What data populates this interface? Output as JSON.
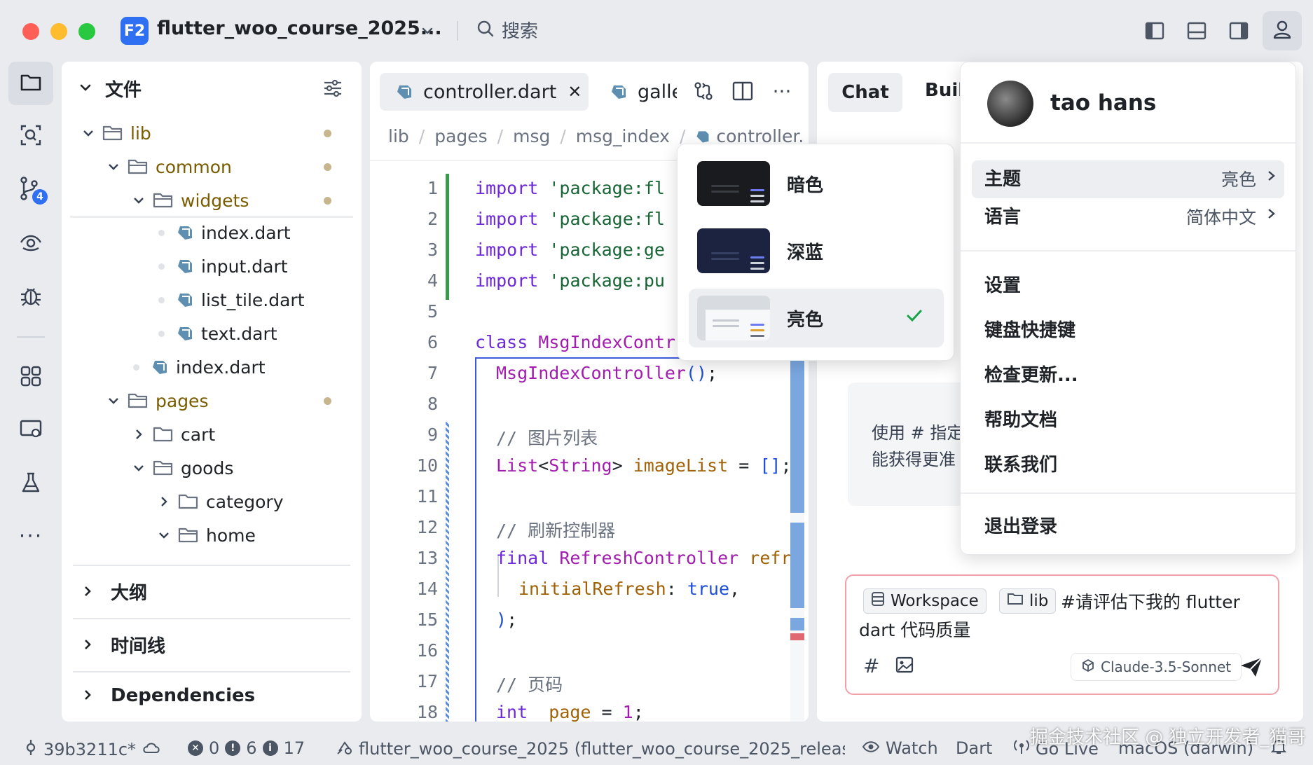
{
  "titlebar": {
    "project_badge": "F2",
    "project_name": "flutter_woo_course_2025...",
    "search_placeholder": "搜索"
  },
  "explorer": {
    "title": "文件",
    "items": [
      {
        "label": "lib",
        "type": "folder"
      },
      {
        "label": "common",
        "type": "folder"
      },
      {
        "label": "widgets",
        "type": "folder"
      },
      {
        "label": "index.dart",
        "type": "file"
      },
      {
        "label": "input.dart",
        "type": "file"
      },
      {
        "label": "list_tile.dart",
        "type": "file"
      },
      {
        "label": "text.dart",
        "type": "file"
      },
      {
        "label": "index.dart",
        "type": "file"
      },
      {
        "label": "pages",
        "type": "folder"
      },
      {
        "label": "cart",
        "type": "folder"
      },
      {
        "label": "goods",
        "type": "folder"
      },
      {
        "label": "category",
        "type": "folder"
      },
      {
        "label": "home",
        "type": "folder"
      }
    ],
    "sections": {
      "outline": "大纲",
      "timeline": "时间线",
      "dependencies": "Dependencies"
    }
  },
  "editor": {
    "tabs": [
      {
        "label": "controller.dart"
      },
      {
        "label": "galle"
      }
    ],
    "breadcrumb": [
      "lib",
      "pages",
      "msg",
      "msg_index",
      "controller."
    ],
    "line_numbers": [
      "1",
      "2",
      "3",
      "4",
      "5",
      "6",
      "7",
      "8",
      "9",
      "10",
      "11",
      "12",
      "13",
      "14",
      "15",
      "16",
      "17",
      "18"
    ]
  },
  "theme_menu": {
    "items": [
      {
        "label": "暗色"
      },
      {
        "label": "深蓝"
      },
      {
        "label": "亮色"
      }
    ],
    "selected": "亮色"
  },
  "chat": {
    "tabs": [
      "Chat",
      "Buil"
    ],
    "hint_line1": "使用 # 指定",
    "hint_line2": "能获得更准",
    "input": {
      "chip_workspace": "Workspace",
      "chip_lib": "lib",
      "text_line1": "#请评估下我的 flutter",
      "text_line2": "dart 代码质量",
      "model": "Claude-3.5-Sonnet"
    }
  },
  "user_menu": {
    "name": "tao hans",
    "theme_label": "主题",
    "theme_value": "亮色",
    "language_label": "语言",
    "language_value": "简体中文",
    "settings": "设置",
    "shortcuts": "键盘快捷键",
    "check_updates": "检查更新...",
    "help": "帮助文档",
    "contact": "联系我们",
    "logout": "退出登录"
  },
  "status_bar": {
    "branch": "39b3211c*",
    "errors": "0",
    "warnings": "6",
    "infos": "17",
    "target": "flutter_woo_course_2025 (flutter_woo_course_2025_release_",
    "watch": "Watch",
    "language": "Dart",
    "golive": "Go Live",
    "os": "macOS (darwin)"
  },
  "watermark": "掘金技术社区 @ 独立开发者_猫哥",
  "activity_badge": "4"
}
